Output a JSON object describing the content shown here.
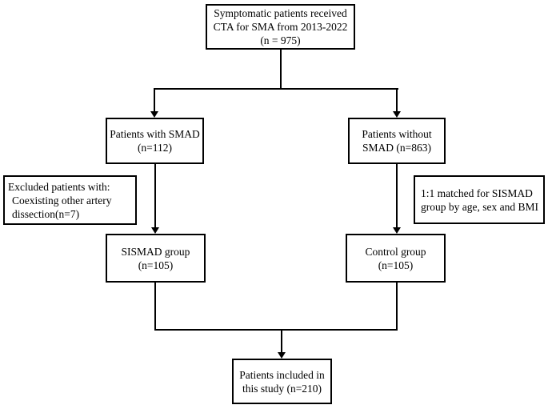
{
  "figure": {
    "background_color": "#ffffff",
    "line_color": "#000000",
    "nodes": {
      "top": {
        "lines": [
          "Symptomatic patients received",
          "CTA for SMA from 2013-2022",
          "(n = 975)"
        ]
      },
      "smad": {
        "lines": [
          "Patients with SMAD",
          "(n=112)"
        ]
      },
      "no_smad": {
        "lines": [
          "Patients without",
          "SMAD (n=863)"
        ]
      },
      "excluded": {
        "lines": [
          "Excluded patients with:",
          "Coexisting other artery",
          "dissection(n=7)"
        ]
      },
      "matched": {
        "lines": [
          "1:1 matched for SISMAD",
          "group by age, sex and BMI"
        ]
      },
      "sismad": {
        "lines": [
          "SISMAD group",
          "(n=105)"
        ]
      },
      "control": {
        "lines": [
          "Control group",
          "(n=105)"
        ]
      },
      "included": {
        "lines": [
          "Patients included in",
          "this study (n=210)"
        ]
      }
    }
  }
}
